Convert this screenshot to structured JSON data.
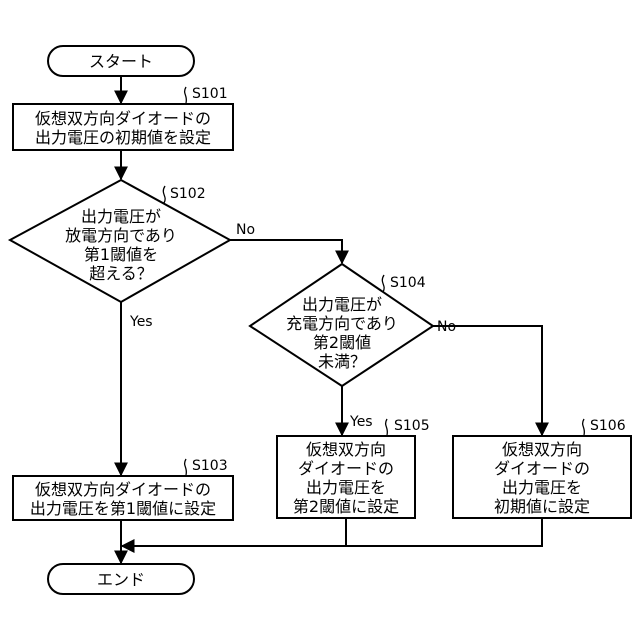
{
  "flowchart": {
    "start": {
      "label": "スタート"
    },
    "s101": {
      "id": "S101",
      "lines": [
        "仮想双方向ダイオードの",
        "出力電圧の初期値を設定"
      ]
    },
    "s102": {
      "id": "S102",
      "lines": [
        "出力電圧が",
        "放電方向であり",
        "第1閾値を",
        "超える？"
      ]
    },
    "s103": {
      "id": "S103",
      "lines": [
        "仮想双方向ダイオードの",
        "出力電圧を第1閾値に設定"
      ]
    },
    "s104": {
      "id": "S104",
      "lines": [
        "出力電圧が",
        "充電方向であり",
        "第2閾値",
        "未満？"
      ]
    },
    "s105": {
      "id": "S105",
      "lines": [
        "仮想双方向",
        "ダイオードの",
        "出力電圧を",
        "第2閾値に設定"
      ]
    },
    "s106": {
      "id": "S106",
      "lines": [
        "仮想双方向",
        "ダイオードの",
        "出力電圧を",
        "初期値に設定"
      ]
    },
    "end": {
      "label": "エンド"
    },
    "branch_labels": {
      "s102_yes": "Yes",
      "s102_no": "No",
      "s104_yes": "Yes",
      "s104_no": "No"
    }
  }
}
